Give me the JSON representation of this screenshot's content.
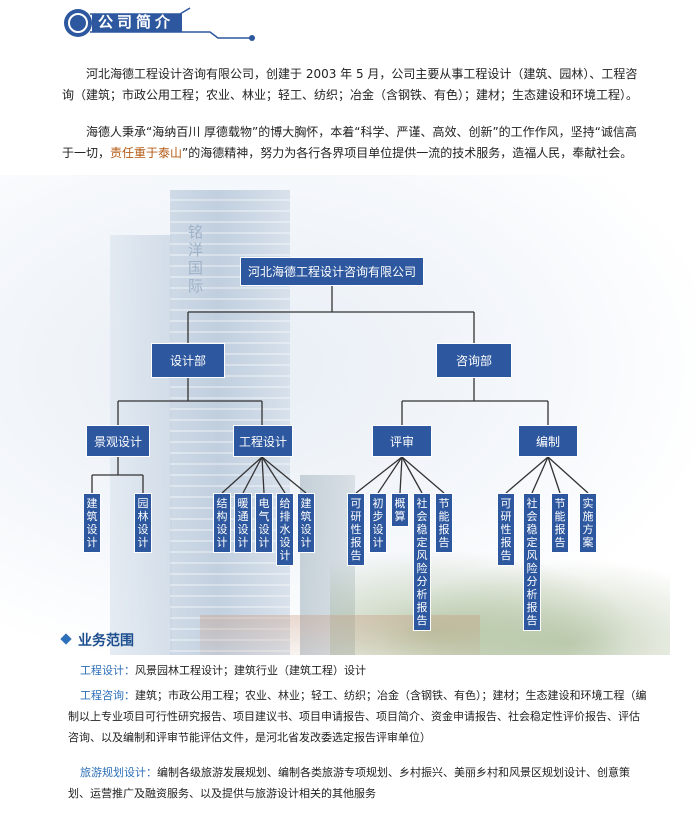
{
  "header": {
    "title": "公司简介"
  },
  "intro": {
    "p1": "河北海德工程设计咨询有限公司，创建于 2003 年 5 月，公司主要从事工程设计（建筑、园林）、工程咨询（建筑；市政公用工程；农业、林业；轻工、纺织；冶金（含钢铁、有色）；建材；生态建设和环境工程）。",
    "p2_a": "海德人秉承“海纳百川 厚德载物”的博大胸怀，本着“科学、严谨、高效、创新”的工作作风，坚持“诚信高于一切，",
    "p2_hl": "责任重于泰山",
    "p2_b": "”的海德精神，努力为各行各界项目单位提供一流的技术服务，造福人民，奉献社会。"
  },
  "background": {
    "tower_sign": "铭洋国际"
  },
  "org": {
    "root": "河北海德工程设计咨询有限公司",
    "design_dept": "设计部",
    "consult_dept": "咨询部",
    "landscape": "景观设计",
    "engineering": "工程设计",
    "review": "评审",
    "compile": "编制",
    "leaves_landscape": [
      "建筑设计",
      "园林设计"
    ],
    "leaves_engineering": [
      "结构设计",
      "暖通设计",
      "电气设计",
      "给排水设计",
      "建筑设计"
    ],
    "leaves_review": [
      "可研性报告",
      "初步设计",
      "概算",
      "社会稳定风险分析报告",
      "节能报告"
    ],
    "leaves_compile": [
      "可研性报告",
      "社会稳定风险分析报告",
      "节能报告",
      "实施方案"
    ]
  },
  "scope": {
    "title": "业务范围",
    "design_label": "工程设计：",
    "design_text": "风景园林工程设计；建筑行业（建筑工程）设计",
    "consult_label": "工程咨询：",
    "consult_text": "建筑；市政公用工程；农业、林业；轻工、纺织；冶金（含钢铁、有色）；建材；生态建设和环境工程（编制以上专业项目可行性研究报告、项目建议书、项目申请报告、项目简介、资金申请报告、社会稳定性评价报告、评估咨询、以及编制和评审节能评估文件，是河北省发改委选定报告评审单位）",
    "tourism_label": "旅游规划设计：",
    "tourism_text": "编制各级旅游发展规划、编制各类旅游专项规划、乡村振兴、美丽乡村和风景区规划设计、创意策划、运营推广及融资服务、以及提供与旅游设计相关的其他服务"
  },
  "colors": {
    "box": "#2d579e",
    "accent": "#2d6fb8",
    "highlight": "#b45a14"
  }
}
